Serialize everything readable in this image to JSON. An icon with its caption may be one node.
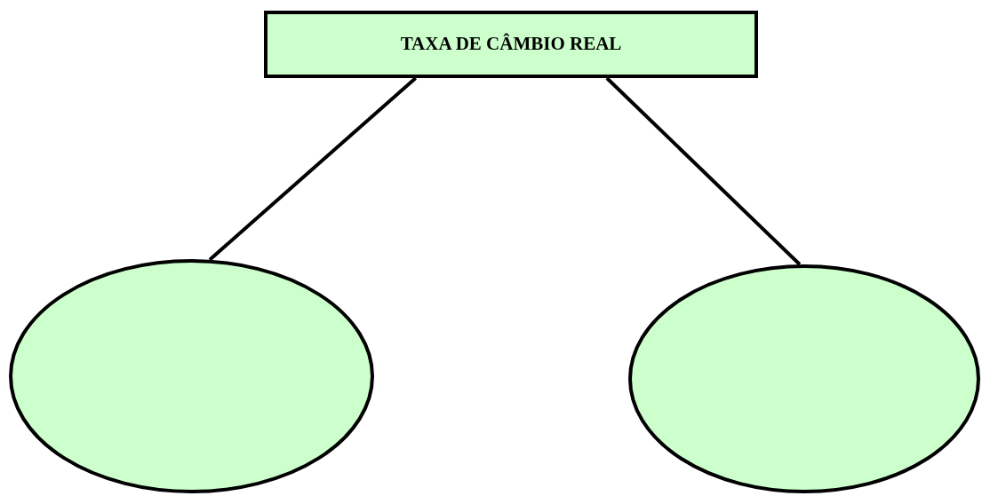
{
  "diagram": {
    "nodes": [
      {
        "text": [
          "TAXA DE CÂMBIO REAL"
        ]
      },
      {
        "text": [],
        "shape": "circle"
      },
      {
        "text": [],
        "shape": "circle"
      }
    ],
    "edges": [
      {
        "from": 0,
        "to": 1,
        "arrow": "none"
      },
      {
        "from": 0,
        "to": 2,
        "arrow": "none"
      }
    ]
  }
}
